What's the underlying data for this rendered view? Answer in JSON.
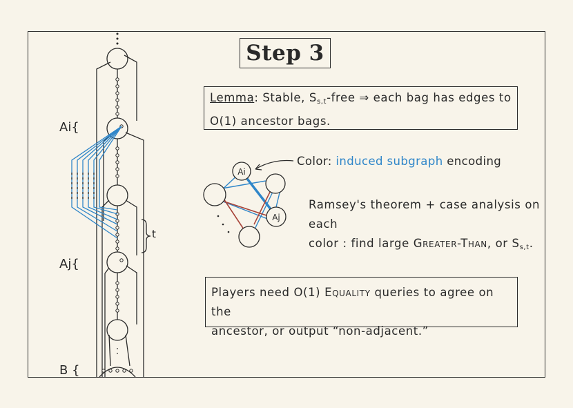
{
  "title": "Step 3",
  "lemma": {
    "label": "Lemma",
    "text_a": ": Stable, S",
    "sub": "s,t",
    "text_b": "-free ⇒ each bag has edges to",
    "line2": "O(1) ancestor bags."
  },
  "left_labels": {
    "ai": "Ai{",
    "aj": "Aj{",
    "b": "B {",
    "t": "t"
  },
  "color_label": {
    "prefix": "Color: ",
    "highlight": "induced subgraph",
    "suffix": " encoding"
  },
  "graph_nodes": {
    "ai": "Ai",
    "aj": "Aj"
  },
  "ramsey": {
    "line1": "Ramsey's theorem + case analysis on each",
    "line2_a": "color : find large ",
    "greater_than": "Greater-Than,",
    "line2_b": " or S",
    "sub": "s,t",
    "line2_c": "."
  },
  "players": {
    "text_a": "Players need O(1) ",
    "equality": "Equality",
    "text_b": " queries to agree on the",
    "line2": "ancestor, or output “non-adjacent.”"
  },
  "colors": {
    "ink": "#2b2b2b",
    "blue": "#2f86c9",
    "red": "#a8453a",
    "paper": "#f8f4ea"
  }
}
